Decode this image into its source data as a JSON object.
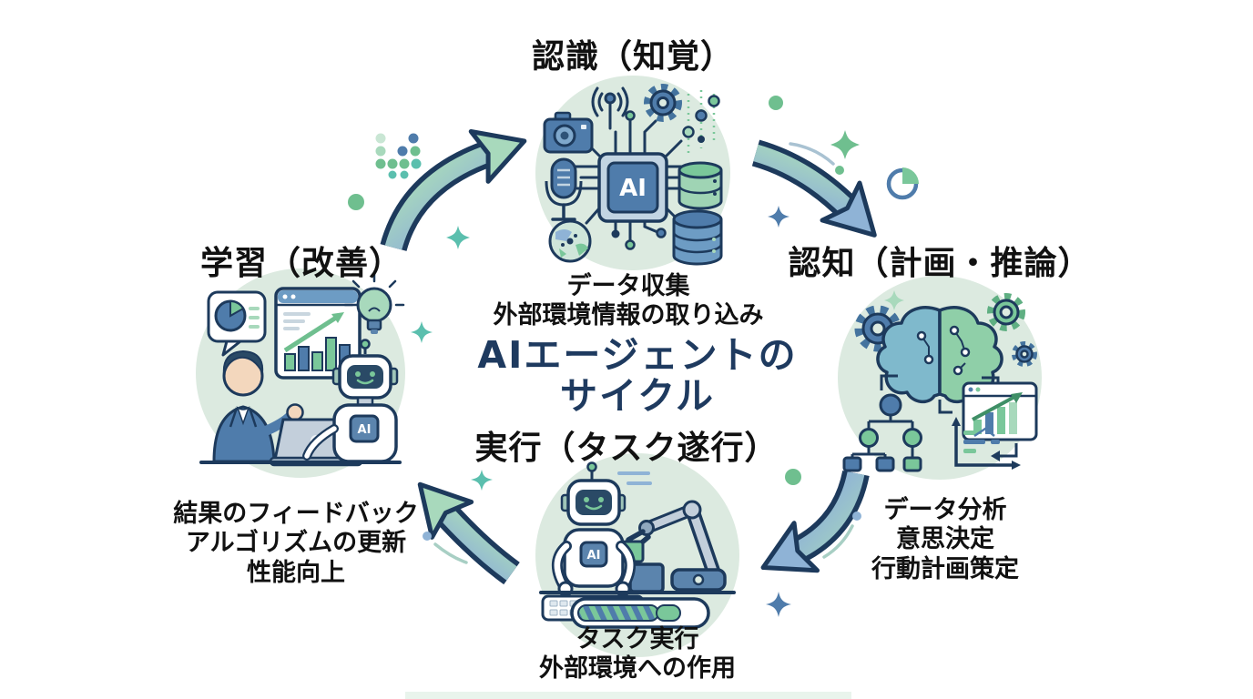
{
  "title": {
    "line1": "AIエージェントの",
    "line2": "サイクル"
  },
  "stages": {
    "recognition": {
      "label": "認識（知覚）",
      "desc1": "データ収集",
      "desc2": "外部環境情報の取り込み",
      "chip_label": "AI"
    },
    "cognition": {
      "label": "認知（計画・推論）",
      "desc1": "データ分析",
      "desc2": "意思決定",
      "desc3": "行動計画策定"
    },
    "execution": {
      "label": "実行（タスク遂行）",
      "desc1": "タスク実行",
      "desc2": "外部環境への作用",
      "robot_badge": "AI"
    },
    "learning": {
      "label": "学習（改善）",
      "desc1": "結果のフィードバック",
      "desc2": "アルゴリズムの更新",
      "desc3": "性能向上",
      "robot_badge": "AI"
    }
  },
  "colors": {
    "background": "#ffffff",
    "circle_bg": "#dceae0",
    "outline_navy": "#1d3a5c",
    "title_navy": "#1e3a5f",
    "text_black": "#111111",
    "green_mid": "#6fbf8f",
    "green_light": "#a8d9bc",
    "blue_mid": "#4f7cab",
    "blue_light": "#8fb3d6",
    "teal": "#5bbfae",
    "arrow_gradient_start": "#a8d9bc",
    "arrow_gradient_end": "#8fb3d6"
  }
}
